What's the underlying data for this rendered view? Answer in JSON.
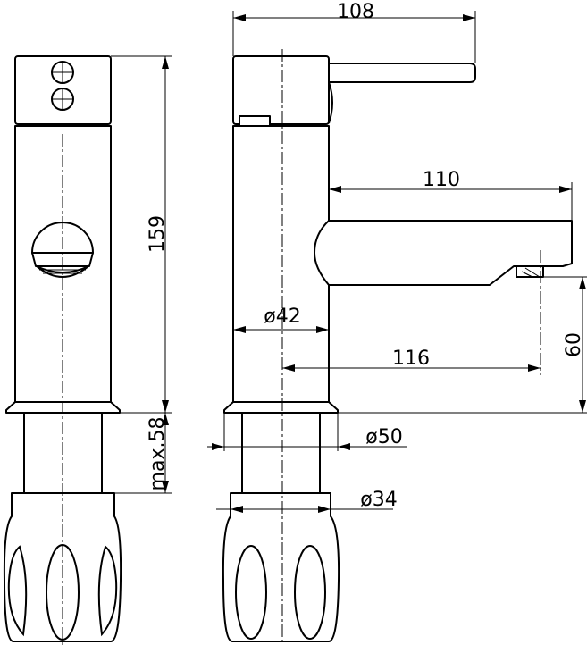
{
  "dimensions": {
    "overall_width": "108",
    "spout_reach": "110",
    "overall_height": "159",
    "body_diameter": "ø42",
    "spout_projection": "116",
    "spout_height": "60",
    "mount_diameter": "ø50",
    "max_deck_thickness": "max.58",
    "nut_diameter": "ø34"
  },
  "colors": {
    "line": "#000000",
    "background": "#ffffff"
  }
}
